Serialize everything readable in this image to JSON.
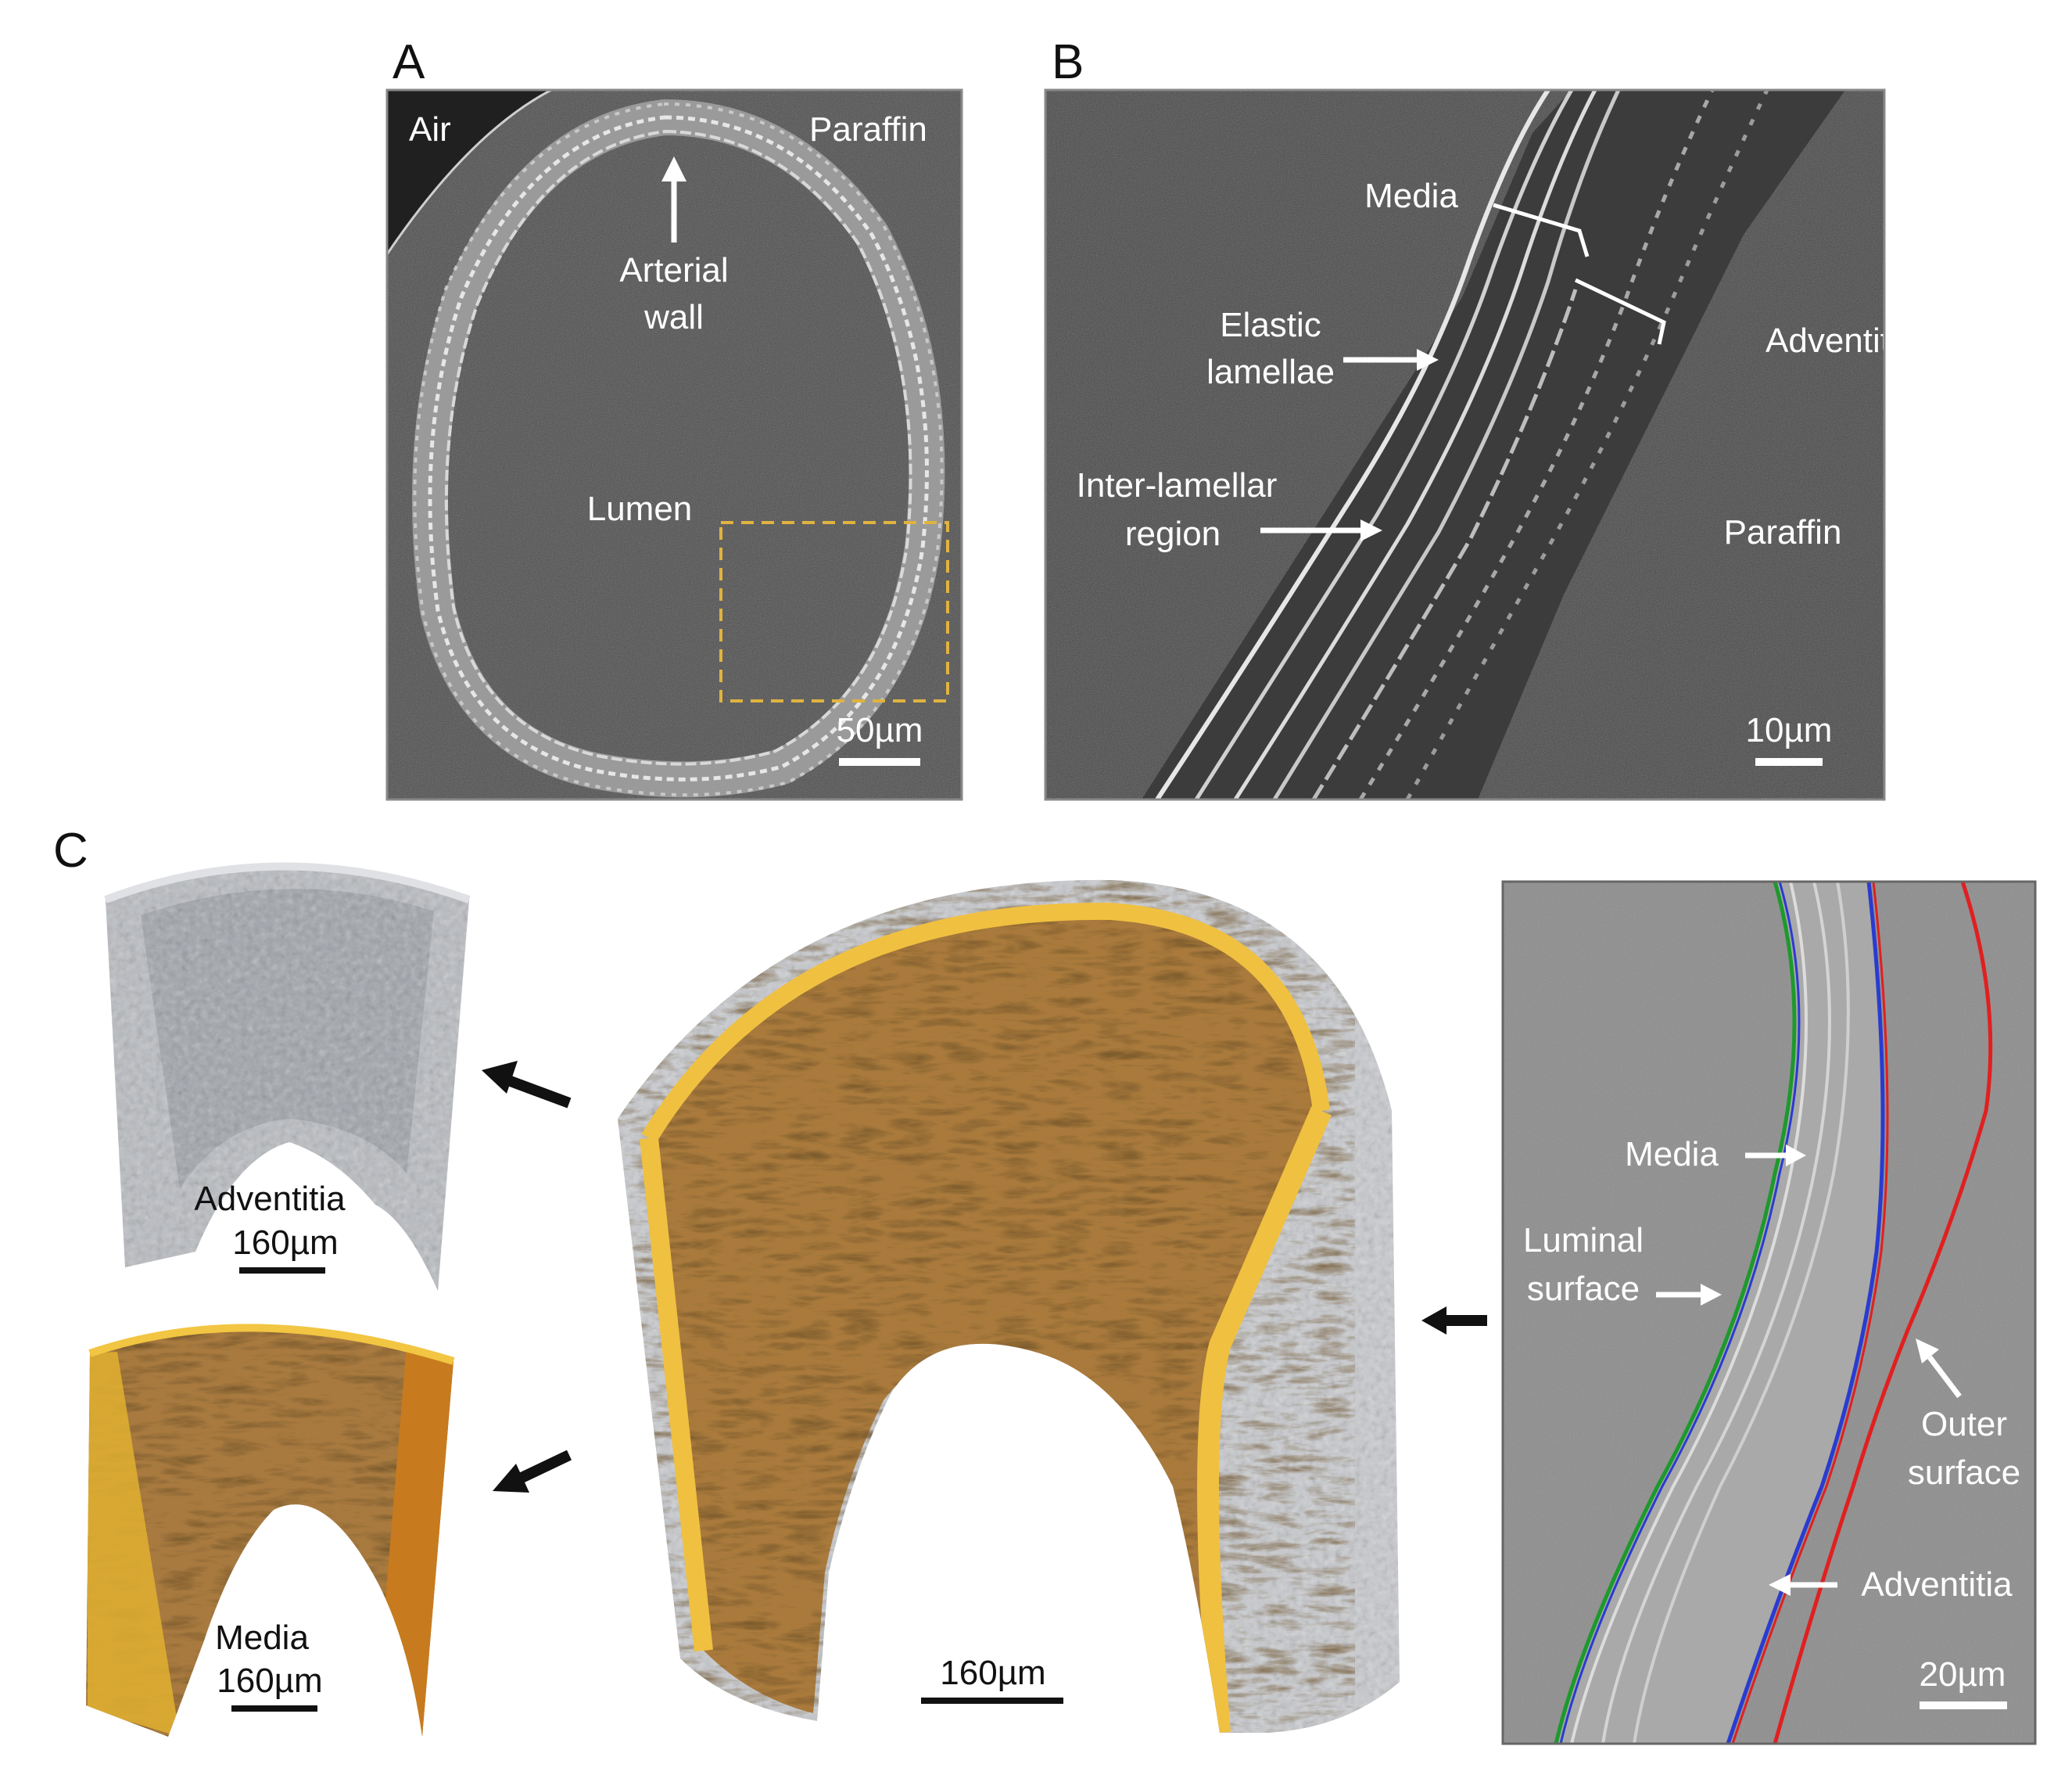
{
  "figure": {
    "panels": [
      {
        "letter": "A",
        "labels": {
          "air": "Air",
          "paraffin": "Paraffin",
          "arterial_wall_1": "Arterial",
          "arterial_wall_2": "wall",
          "lumen": "Lumen"
        },
        "scale_bar": "50µm"
      },
      {
        "letter": "B",
        "labels": {
          "media": "Media",
          "adventitia": "Adventitia",
          "elastic_1": "Elastic",
          "elastic_2": "lamellae",
          "inter_1": "Inter-lamellar",
          "inter_2": "region",
          "paraffin": "Paraffin"
        },
        "scale_bar": "10µm"
      },
      {
        "letter": "C",
        "adventitia_model": {
          "label": "Adventitia",
          "scale_bar": "160µm"
        },
        "media_model": {
          "label": "Media",
          "scale_bar": "160µm"
        },
        "combined_model": {
          "scale_bar": "160µm"
        },
        "cross_section": {
          "labels": {
            "media": "Media",
            "luminal_1": "Luminal",
            "luminal_2": "surface",
            "outer_1": "Outer",
            "outer_2": "surface",
            "adventitia": "Adventitia"
          },
          "scale_bar": "20µm",
          "line_colors": {
            "luminal": "#1c9a2c",
            "media_boundary": "#2a3bd0",
            "outer": "#e02020"
          }
        }
      }
    ]
  }
}
